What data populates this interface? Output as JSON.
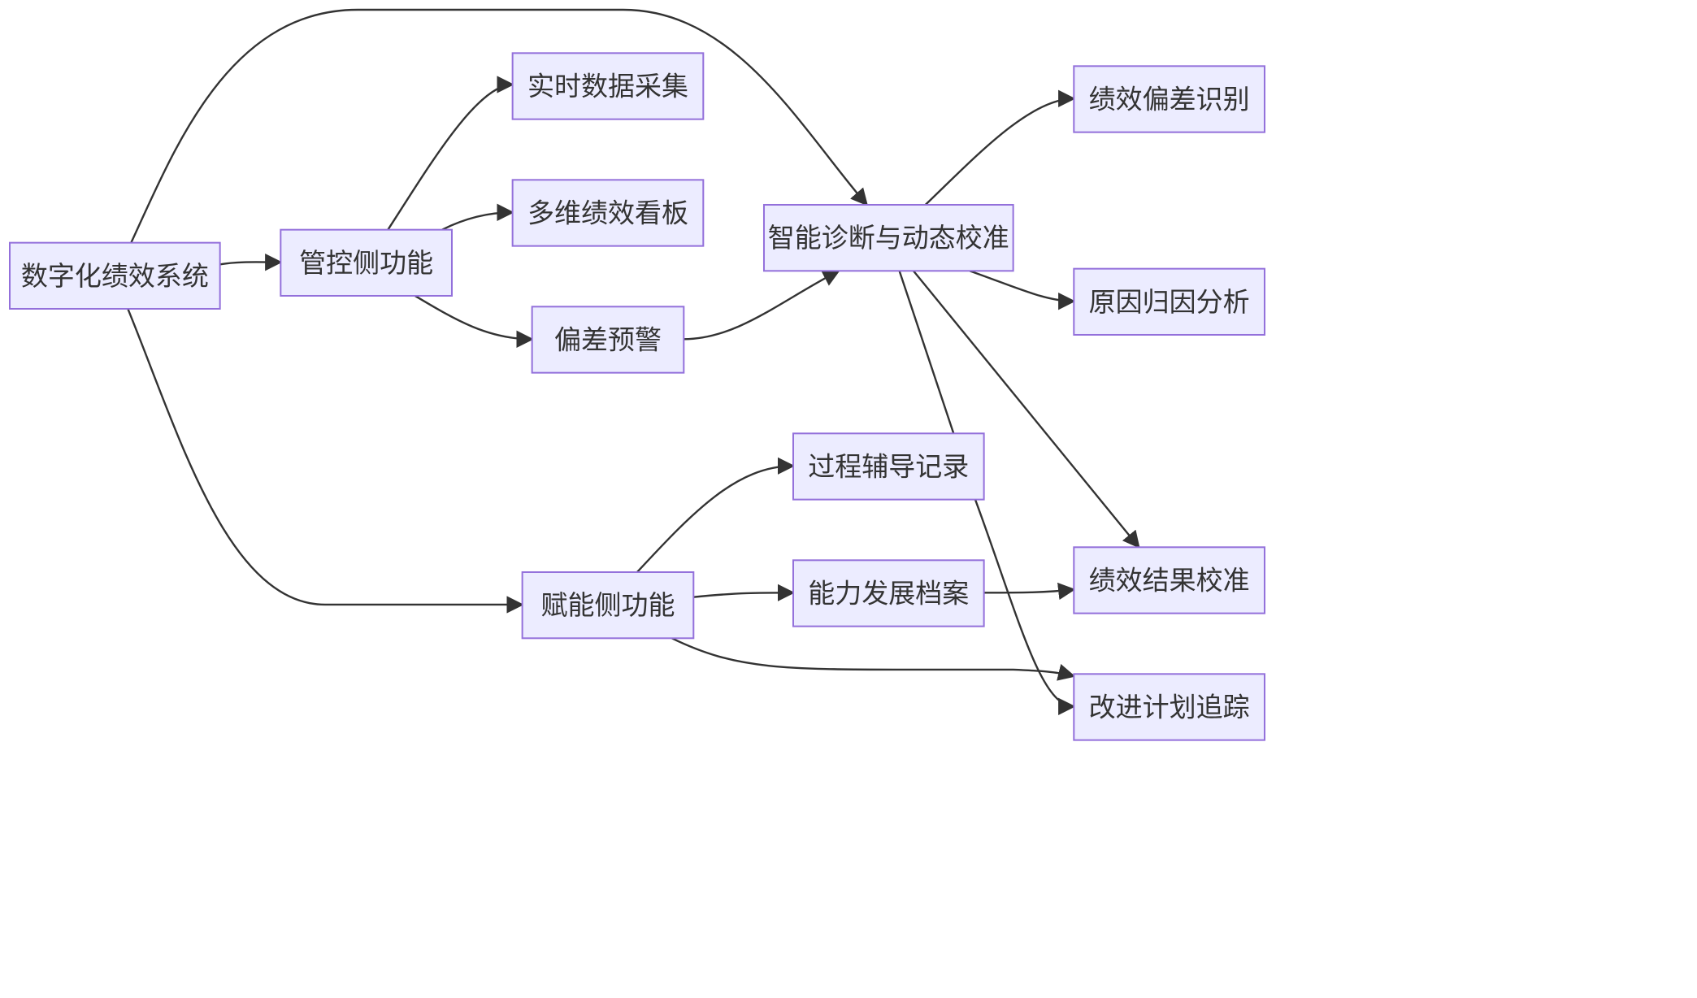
{
  "diagram": {
    "type": "flowchart",
    "colors": {
      "node_fill": "#ECECFF",
      "node_border": "#9370DB",
      "edge": "#333333",
      "text": "#333333",
      "background": "#FFFFFF"
    },
    "nodes": [
      {
        "id": "root",
        "label": "数字化绩效系统"
      },
      {
        "id": "control",
        "label": "管控侧功能"
      },
      {
        "id": "realtime",
        "label": "实时数据采集"
      },
      {
        "id": "dashboard",
        "label": "多维绩效看板"
      },
      {
        "id": "warning",
        "label": "偏差预警"
      },
      {
        "id": "diagnosis",
        "label": "智能诊断与动态校准"
      },
      {
        "id": "identify",
        "label": "绩效偏差识别"
      },
      {
        "id": "cause",
        "label": "原因归因分析"
      },
      {
        "id": "coaching",
        "label": "过程辅导记录"
      },
      {
        "id": "enable",
        "label": "赋能侧功能"
      },
      {
        "id": "profile",
        "label": "能力发展档案"
      },
      {
        "id": "calibrate",
        "label": "绩效结果校准"
      },
      {
        "id": "tracking",
        "label": "改进计划追踪"
      }
    ],
    "edges": [
      {
        "from": "root",
        "to": "control"
      },
      {
        "from": "root",
        "to": "diagnosis"
      },
      {
        "from": "root",
        "to": "enable"
      },
      {
        "from": "control",
        "to": "realtime"
      },
      {
        "from": "control",
        "to": "dashboard"
      },
      {
        "from": "control",
        "to": "warning"
      },
      {
        "from": "warning",
        "to": "diagnosis"
      },
      {
        "from": "diagnosis",
        "to": "identify"
      },
      {
        "from": "diagnosis",
        "to": "cause"
      },
      {
        "from": "diagnosis",
        "to": "calibrate"
      },
      {
        "from": "diagnosis",
        "to": "tracking"
      },
      {
        "from": "enable",
        "to": "coaching"
      },
      {
        "from": "enable",
        "to": "profile"
      },
      {
        "from": "enable",
        "to": "tracking"
      },
      {
        "from": "profile",
        "to": "calibrate"
      }
    ]
  }
}
